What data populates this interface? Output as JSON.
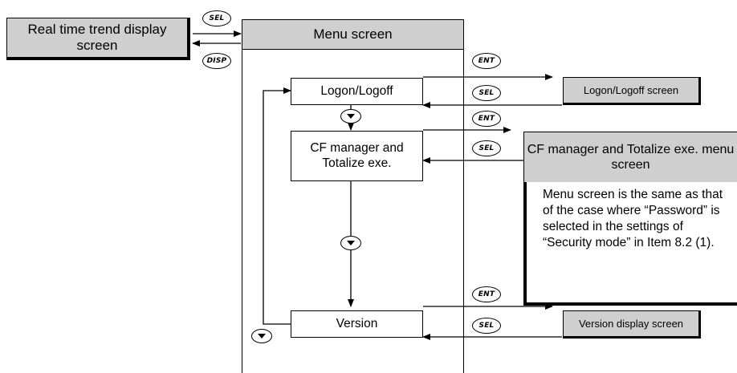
{
  "screens": {
    "realtime": "Real time trend display screen",
    "menu": "Menu screen",
    "logon_screen": "Logon/Logoff screen",
    "cf_menu_screen": "CF manager and Totalize exe. menu screen",
    "version_screen": "Version display screen"
  },
  "menu_items": {
    "logon": "Logon/Logoff",
    "cf": "CF manager and Totalize exe.",
    "version": "Version"
  },
  "keys": {
    "sel": "SEL",
    "disp": "DISP",
    "ent": "ENT"
  },
  "note": "Menu screen is the same as that of the case where “Password” is selected in the settings of “Security mode” in Item 8.2 (1)."
}
